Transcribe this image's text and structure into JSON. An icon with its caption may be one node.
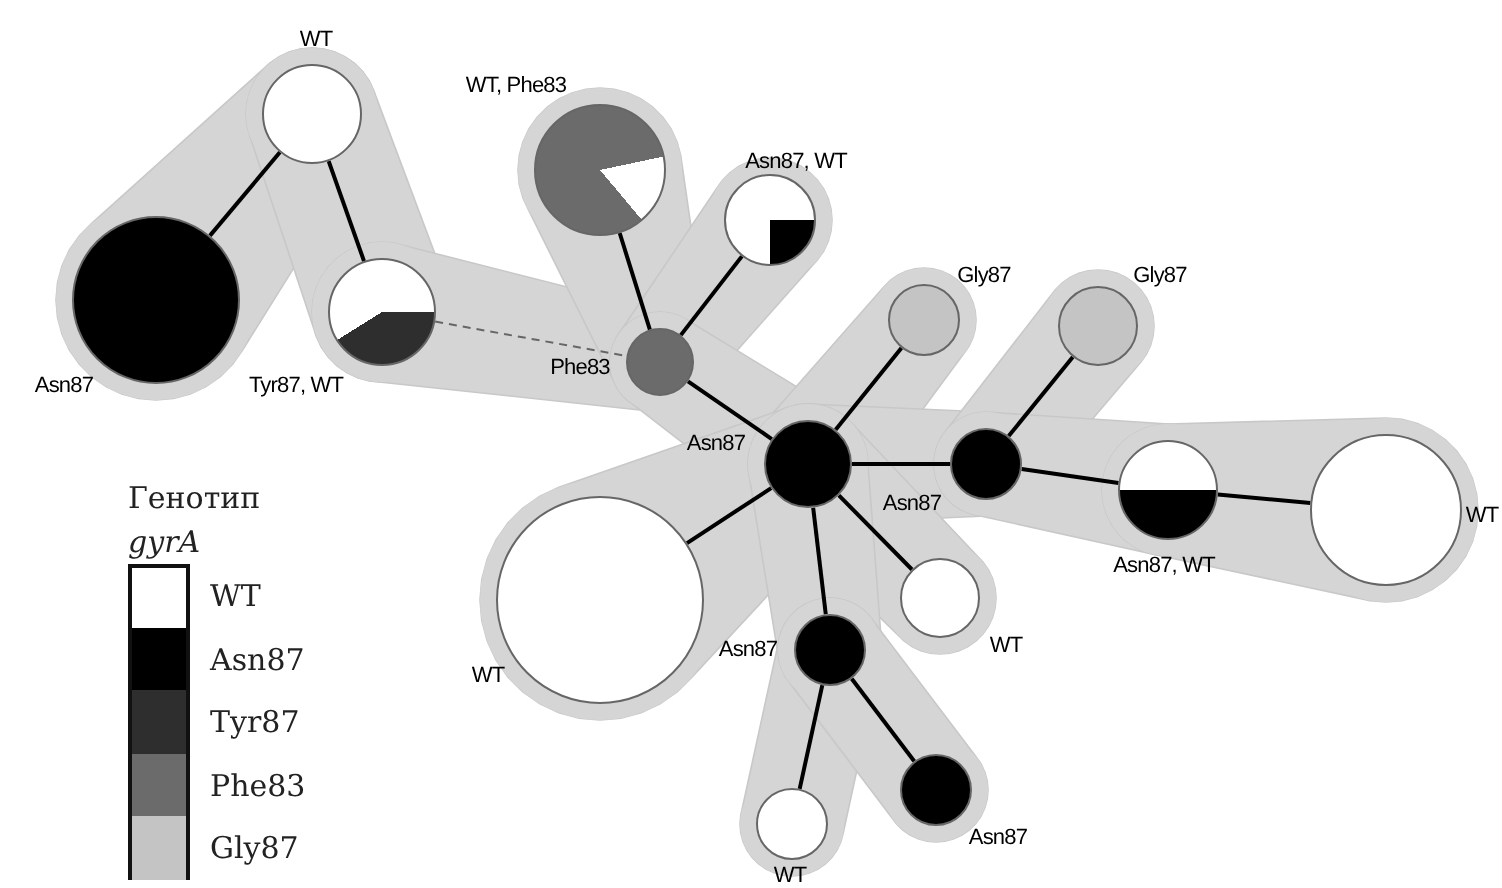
{
  "diagram": {
    "nodes": [
      {
        "text": [
          "WT"
        ]
      },
      {
        "text": [
          "Asn87"
        ]
      },
      {
        "text": [
          "Tyr87, WT"
        ]
      },
      {
        "text": [
          "WT, Phe83"
        ]
      },
      {
        "text": [
          "Asn87, WT"
        ]
      },
      {
        "text": [
          "Phe83"
        ]
      },
      {
        "text": [
          "Gly87"
        ]
      },
      {
        "text": [
          "Gly87"
        ]
      },
      {
        "text": [
          "Asn87"
        ]
      },
      {
        "text": [
          "Asn87"
        ]
      },
      {
        "text": [
          "Asn87, WT"
        ]
      },
      {
        "text": [
          "WT"
        ]
      },
      {
        "text": [
          "WT"
        ]
      },
      {
        "text": [
          "WT"
        ]
      },
      {
        "text": [
          "Asn87"
        ]
      },
      {
        "text": [
          "WT"
        ]
      },
      {
        "text": [
          "Asn87"
        ]
      }
    ],
    "edges": [
      {
        "from": 0,
        "to": 1,
        "arrow": "none"
      },
      {
        "from": 0,
        "to": 2,
        "arrow": "none"
      },
      {
        "from": 2,
        "to": 5,
        "arrow": "none",
        "style": "dashed",
        "color": "#666666"
      },
      {
        "from": 3,
        "to": 5,
        "arrow": "none"
      },
      {
        "from": 4,
        "to": 5,
        "arrow": "none"
      },
      {
        "from": 5,
        "to": 8,
        "arrow": "none"
      },
      {
        "from": 8,
        "to": 6,
        "arrow": "none"
      },
      {
        "from": 8,
        "to": 9,
        "arrow": "none"
      },
      {
        "from": 9,
        "to": 7,
        "arrow": "none"
      },
      {
        "from": 9,
        "to": 10,
        "arrow": "none"
      },
      {
        "from": 10,
        "to": 11,
        "arrow": "none"
      },
      {
        "from": 8,
        "to": 12,
        "arrow": "none"
      },
      {
        "from": 8,
        "to": 13,
        "arrow": "none"
      },
      {
        "from": 8,
        "to": 14,
        "arrow": "none"
      },
      {
        "from": 14,
        "to": 15,
        "arrow": "none"
      },
      {
        "from": 14,
        "to": 16,
        "arrow": "none"
      }
    ],
    "labels": [
      "Генотип *gyrA*"
    ],
    "legend": [
      {
        "text": "WT",
        "color": "#ffffff"
      },
      {
        "text": "Asn87",
        "color": "#000000"
      },
      {
        "text": "Tyr87",
        "color": "#2e2e2e"
      },
      {
        "text": "Phe83",
        "color": "#6b6b6b"
      },
      {
        "text": "Gly87",
        "color": "#c4c4c4"
      }
    ]
  }
}
